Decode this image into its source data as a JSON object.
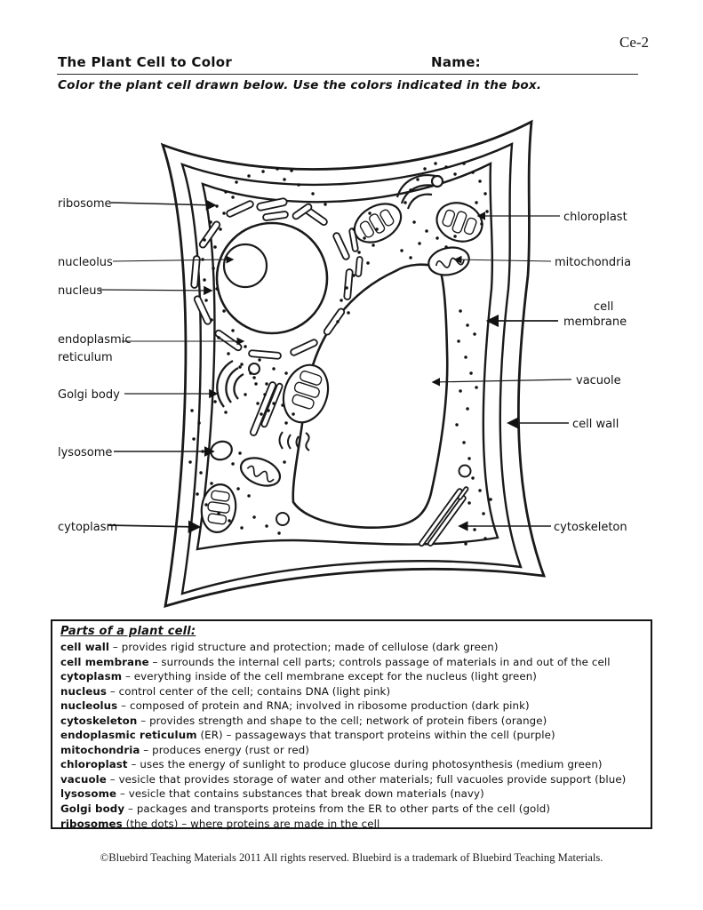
{
  "page": {
    "code": "Ce-2",
    "title": "The Plant Cell to Color",
    "name_label": "Name:",
    "instruction": "Color the plant cell drawn below. Use the colors indicated in the box.",
    "footer": "©Bluebird Teaching Materials 2011 All rights reserved. Bluebird is a trademark of Bluebird Teaching Materials."
  },
  "diagram": {
    "left_labels": {
      "ribosome": "ribosome",
      "nucleolus": "nucleolus",
      "nucleus": "nucleus",
      "er_line1": "endoplasmic",
      "er_line2": "reticulum",
      "golgi": "Golgi body",
      "lysosome": "lysosome",
      "cytoplasm": "cytoplasm"
    },
    "right_labels": {
      "chloroplast": "chloroplast",
      "mitochondria": "mitochondria",
      "cm_line1": "cell",
      "cm_line2": "membrane",
      "vacuole": "vacuole",
      "cell_wall": "cell wall",
      "cytoskeleton": "cytoskeleton"
    }
  },
  "legend": {
    "title": "Parts of a plant cell:",
    "items": [
      {
        "term": "cell wall",
        "rest": " – provides rigid structure and protection; made of cellulose (dark green)"
      },
      {
        "term": "cell membrane",
        "rest": " – surrounds the internal cell parts; controls passage of materials in and out of the cell"
      },
      {
        "term": "cytoplasm",
        "rest": " – everything inside of the cell membrane except for the nucleus (light green)"
      },
      {
        "term": "nucleus",
        "rest": " – control center of the cell; contains DNA (light pink)"
      },
      {
        "term": "nucleolus",
        "rest": " – composed of protein and RNA; involved in ribosome production (dark pink)"
      },
      {
        "term": "cytoskeleton",
        "rest": " – provides strength and shape to the cell; network of protein fibers (orange)"
      },
      {
        "term": "endoplasmic reticulum",
        "rest": " (ER) – passageways that transport proteins within the cell (purple)"
      },
      {
        "term": "mitochondria",
        "rest": " – produces energy (rust or red)"
      },
      {
        "term": "chloroplast",
        "rest": " – uses the energy of sunlight to produce glucose during photosynthesis (medium green)"
      },
      {
        "term": "vacuole",
        "rest": " – vesicle that provides storage of water and other materials; full vacuoles provide support (blue)"
      },
      {
        "term": "lysosome",
        "rest": " – vesicle that contains substances that break down materials (navy)"
      },
      {
        "term": "Golgi body",
        "rest": " – packages and transports proteins from the ER to other parts of the cell (gold)"
      },
      {
        "term": "ribosomes",
        "rest": " (the dots) – where proteins are made in the cell"
      }
    ]
  }
}
